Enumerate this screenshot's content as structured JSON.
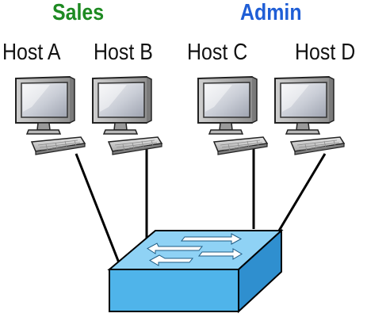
{
  "groups": [
    {
      "label": "Sales",
      "color": "#1e8a22"
    },
    {
      "label": "Admin",
      "color": "#1f5ed6"
    }
  ],
  "hosts": [
    {
      "label": "Host A",
      "group": "Sales"
    },
    {
      "label": "Host B",
      "group": "Sales"
    },
    {
      "label": "Host C",
      "group": "Admin"
    },
    {
      "label": "Host D",
      "group": "Admin"
    }
  ],
  "device": {
    "icon": "switch-icon",
    "color": "#4fb4ea"
  },
  "host_icon": "desktop-computer-icon",
  "link_color": "#000000"
}
